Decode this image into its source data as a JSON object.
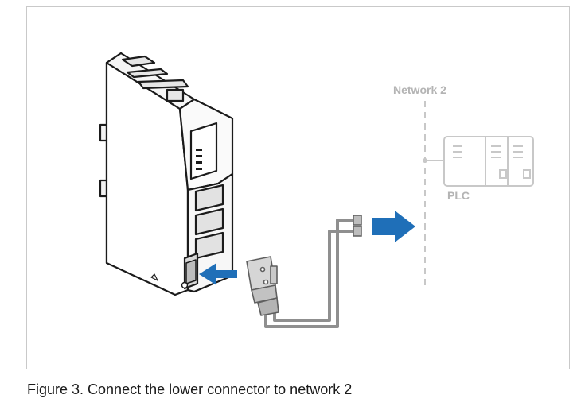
{
  "figure": {
    "network_label": "Network 2",
    "plc_label": "PLC",
    "caption": "Figure 3. Connect the lower connector to network 2"
  },
  "colors": {
    "arrow": "#1f6fb8",
    "cable": "#8f8f8f",
    "network_ghost": "#c8c8c8",
    "device_outline": "#1b1b1b"
  },
  "icons": [
    "gateway-device-icon",
    "db9-connector-icon",
    "plc-icon",
    "insert-arrow-icon",
    "connect-arrow-icon"
  ]
}
